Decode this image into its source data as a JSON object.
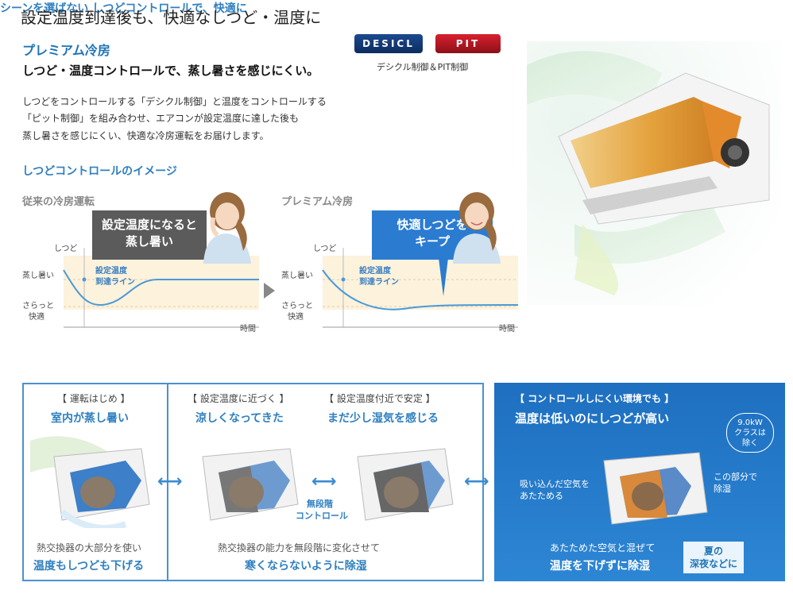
{
  "headline": "設定温度到達後も、快適なしつど・温度に",
  "premium": {
    "title": "プレミアム冷房",
    "subtitle": "しつど・温度コントロールで、蒸し暑さを感じにくい。",
    "badges": {
      "desicl": "DESICL",
      "pit": "PIT"
    },
    "badge_caption": "デシクル制御＆PIT制御",
    "paragraph": [
      "しつどをコントロールする「デシクル制御」と温度をコントロールする",
      "「ピット制御」を組み合わせ、エアコンが設定温度に達した後も",
      "蒸し暑さを感じにくい、快適な冷房運転をお届けします。"
    ]
  },
  "image_section": {
    "heading": "しつどコントロールのイメージ",
    "left_panel": {
      "title": "従来の冷房運転",
      "bubble_line1": "設定温度になると",
      "bubble_line2": "蒸し暑い"
    },
    "right_panel": {
      "title": "プレミアム冷房",
      "bubble_line1": "快適しつどを",
      "bubble_line2": "キープ"
    },
    "graph": {
      "y_axis": "しつど",
      "y_high": "蒸し暑い",
      "y_low_1": "さらっと",
      "y_low_2": "快適",
      "x_axis": "時間",
      "line_label_1": "設定温度",
      "line_label_2": "到達ライン"
    }
  },
  "scene_section": {
    "heading": "シーンを選ばない しつどコントロールで、快適に",
    "steps": [
      {
        "label": "【 運転はじめ 】",
        "title": "室内が蒸し暑い"
      },
      {
        "label": "【 設定温度に近づく 】",
        "title": "涼しくなってきた"
      },
      {
        "label": "【 設定温度付近で安定 】",
        "title": "まだ少し湿気を感じる"
      }
    ],
    "stepless_1": "無段階",
    "stepless_2": "コントロール",
    "bottom_left_1": "熱交換器の大部分を使い",
    "bottom_left_2": "温度もしつども下げる",
    "bottom_mid_1": "熱交換器の能力を無段階に変化させて",
    "bottom_mid_2": "寒くならないように除湿",
    "blue_panel": {
      "label": "【 コントロールしにくい環境でも 】",
      "title": "温度は低いのにしつどが高い",
      "class_note": [
        "9.0kW",
        "クラスは",
        "除く"
      ],
      "left_note_1": "吸い込んだ空気を",
      "left_note_2": "あたためる",
      "right_note_1": "この部分で",
      "right_note_2": "除湿",
      "bottom_1": "あたためた空気と混ぜて",
      "bottom_2": "温度を下げずに除湿",
      "badge_1": "夏の",
      "badge_2": "深夜などに"
    }
  },
  "colors": {
    "accent_blue": "#2f7fc0",
    "bubble_gray": "#5b5b5b",
    "bubble_blue": "#2b7cd0",
    "graph_band": "#fdf2dc"
  }
}
